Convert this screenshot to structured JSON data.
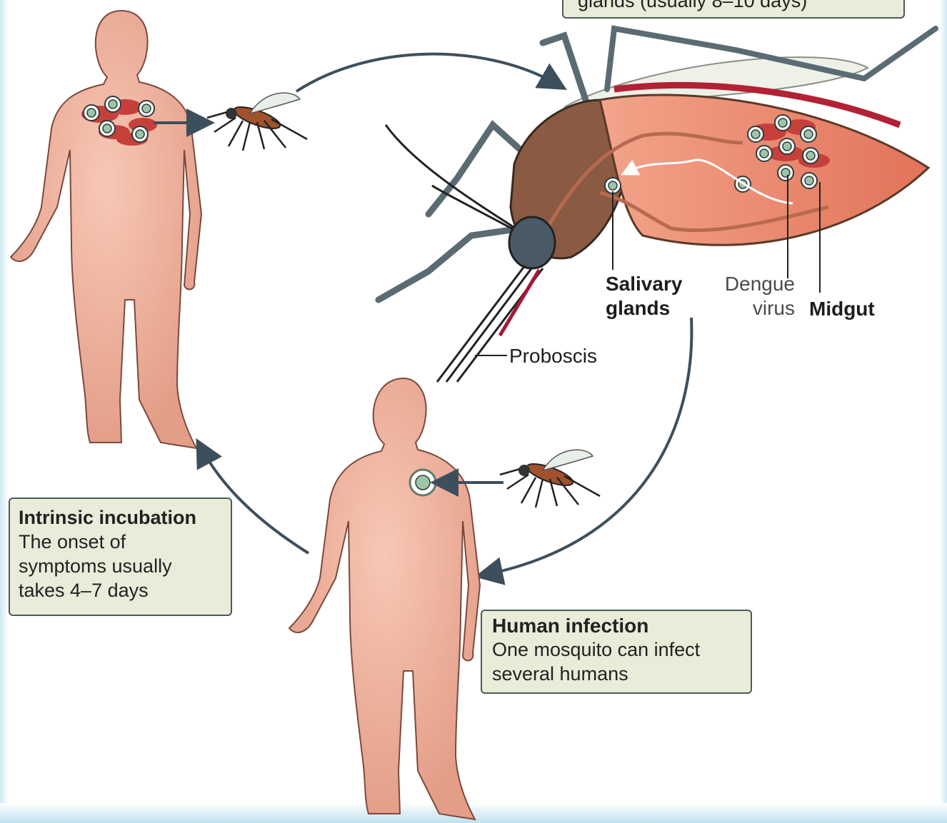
{
  "callouts": {
    "extrinsic": {
      "body_partial": "glands (usually 8–10 days)"
    },
    "intrinsic": {
      "title": "Intrinsic incubation",
      "body": "The onset of\nsymptoms usually\ntakes 4–7 days"
    },
    "human_infection": {
      "title": "Human infection",
      "body": "One mosquito can infect\nseveral humans"
    }
  },
  "labels": {
    "salivary_glands": "Salivary\nglands",
    "dengue_virus": "Dengue\nvirus",
    "midgut": "Midgut",
    "proboscis": "Proboscis"
  },
  "colors": {
    "skin": "#f1b9a5",
    "arrow": "#3d4f5c",
    "callout_bg": "#e8ecd8",
    "blood_cell": "#c6403b",
    "virus": "#5f8a70",
    "mosquito_body": "#8a5a42"
  }
}
